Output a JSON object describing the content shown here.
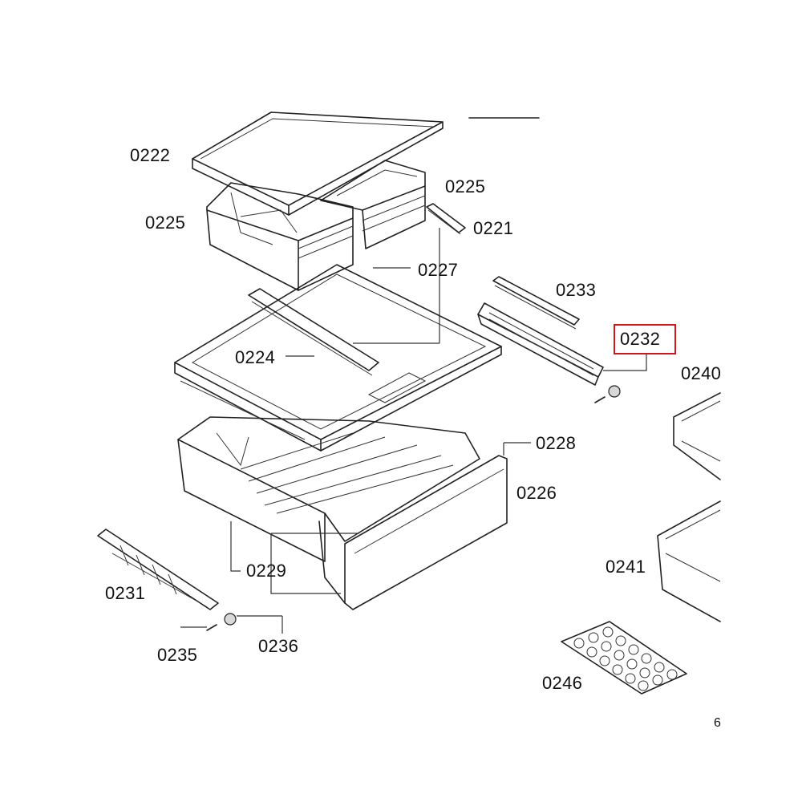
{
  "highlight_color": "#d0161b",
  "labels": {
    "l0222": "0222",
    "l0225a": "0225",
    "l0225b": "0225",
    "l0221": "0221",
    "l0227": "0227",
    "l0233": "0233",
    "l0232": "0232",
    "l0240": "0240",
    "l0224": "0224",
    "l0228": "0228",
    "l0226": "0226",
    "l0229": "0229",
    "l0231": "0231",
    "l0235": "0235",
    "l0236": "0236",
    "l0241": "0241",
    "l0246": "0246",
    "corner": "6"
  },
  "highlighted_part": "0232"
}
